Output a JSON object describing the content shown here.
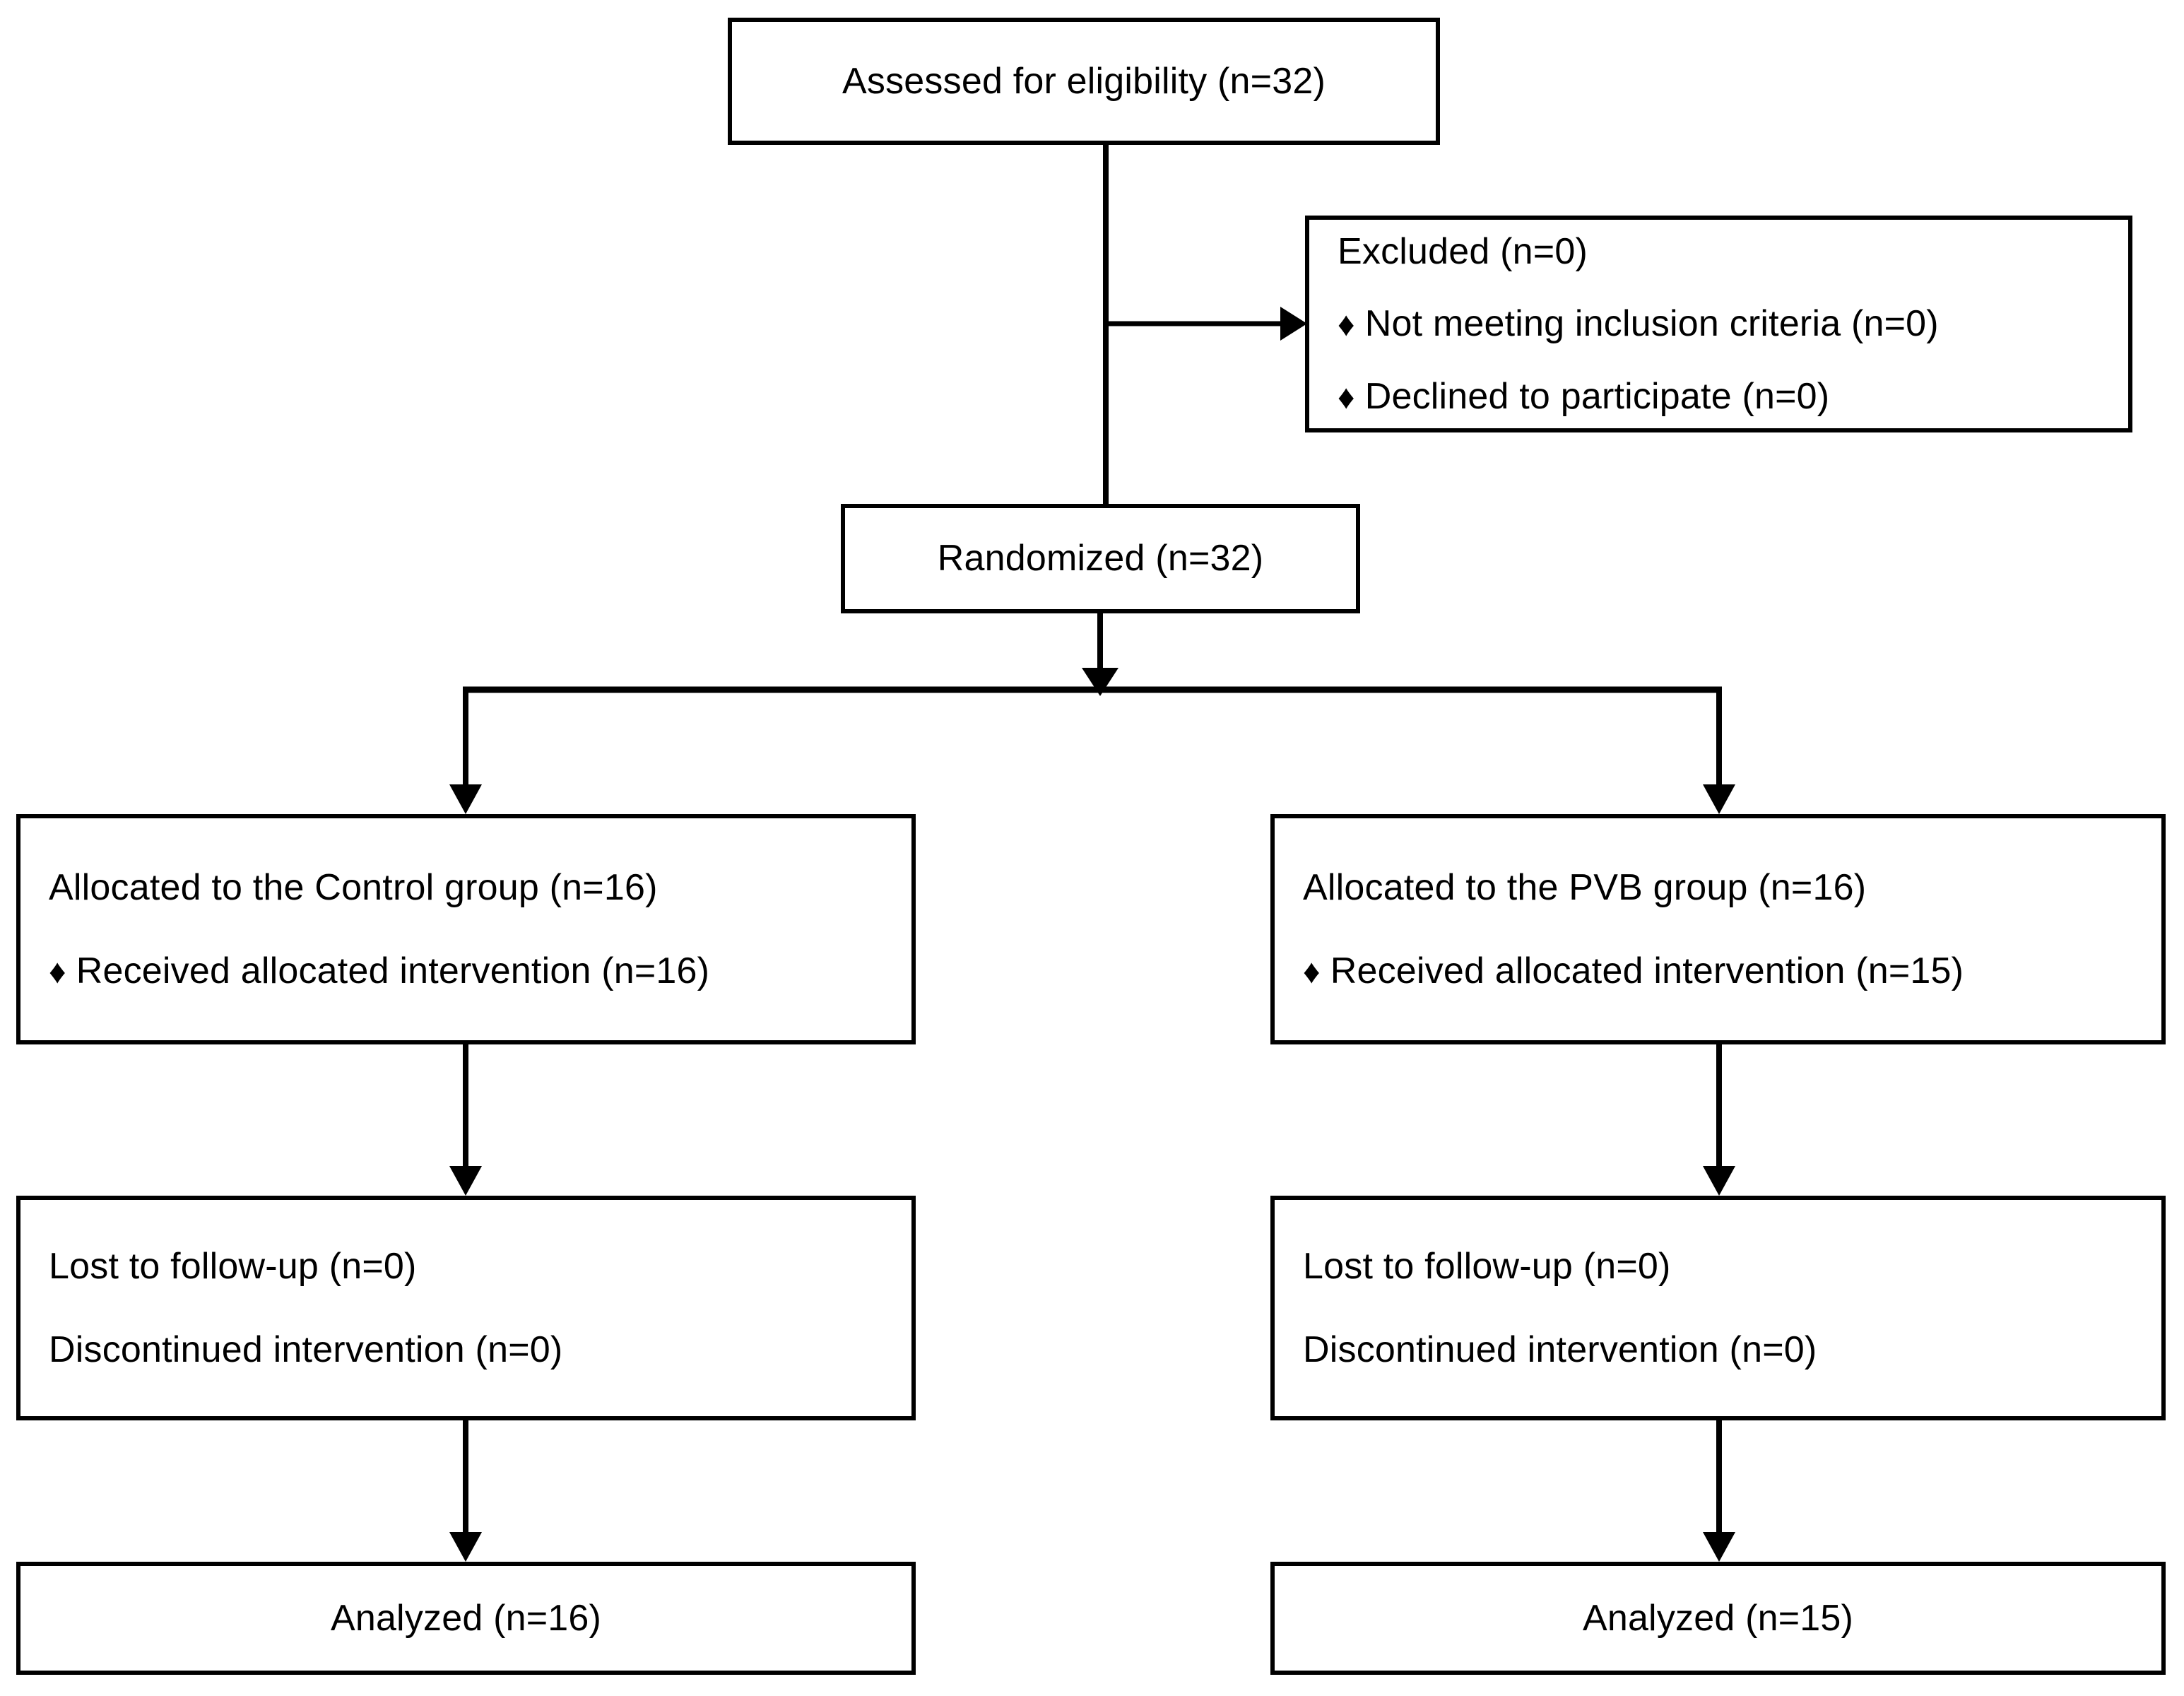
{
  "diagram": {
    "type": "consort-flow-diagram",
    "bullet_glyph": "♦",
    "stroke_color": "#000000",
    "background_color": "#ffffff",
    "nodes": {
      "assessed": {
        "label": "Assessed for eligibility (n=32)",
        "n": 32
      },
      "excluded": {
        "title": "Excluded (n=0)",
        "n": 0,
        "reasons": [
          {
            "label": "Not meeting inclusion criteria (n=0)",
            "n": 0
          },
          {
            "label": "Declined to participate (n=0)",
            "n": 0
          }
        ]
      },
      "randomized": {
        "label": "Randomized (n=32)",
        "n": 32
      },
      "allocation_left": {
        "title": "Allocated to the Control group (n=16)",
        "n": 16,
        "details": [
          {
            "label": "Received allocated intervention (n=16)",
            "n": 16
          }
        ]
      },
      "allocation_right": {
        "title": "Allocated to the PVB group (n=16)",
        "n": 16,
        "details": [
          {
            "label": "Received allocated intervention (n=15)",
            "n": 15
          }
        ]
      },
      "followup_left": {
        "line1": "Lost to follow-up (n=0)",
        "line2": "Discontinued intervention (n=0)"
      },
      "followup_right": {
        "line1": "Lost to follow-up (n=0)",
        "line2": "Discontinued intervention (n=0)"
      },
      "analyzed_left": {
        "label": "Analyzed (n=16)",
        "n": 16
      },
      "analyzed_right": {
        "label": "Analyzed (n=15)",
        "n": 15
      }
    }
  }
}
